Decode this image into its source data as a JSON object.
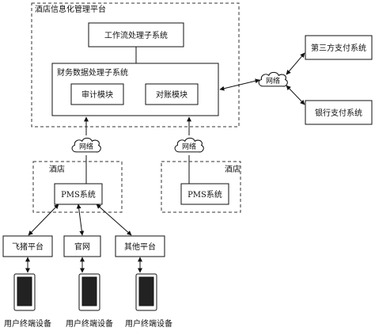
{
  "platform": {
    "title": "酒店信息化管理平台",
    "workflow": "工作流处理子系统",
    "finance": {
      "title": "财务数据处理子系统",
      "audit": "审计模块",
      "reconcile": "对账模块"
    }
  },
  "payment": {
    "third_party": "第三方支付系统",
    "bank": "银行支付系统"
  },
  "network_label": "网络",
  "hotels": [
    {
      "title": "酒店",
      "pms": "PMS系统"
    },
    {
      "title": "酒店",
      "pms": "PMS系统"
    }
  ],
  "channels": [
    "飞猪平台",
    "官网",
    "其他平台"
  ],
  "terminals": [
    "用户终端设备",
    "用户终端设备",
    "用户终端设备"
  ]
}
